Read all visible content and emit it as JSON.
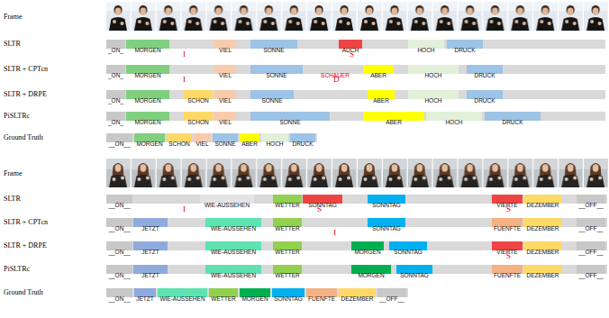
{
  "diagram": {
    "nodes": [
      {
        "text": [
          "SLTR"
        ]
      },
      {
        "text": [
          "_ON_"
        ],
        "in": 0
      },
      {
        "text": [
          "MORGEN"
        ],
        "in": 0
      },
      {
        "text": [
          "VIEL"
        ],
        "in": 0
      },
      {
        "text": [
          "SONNE"
        ],
        "in": 0
      },
      {
        "text": [
          "AUCH"
        ],
        "in": 0
      },
      {
        "text": [
          "HOCH"
        ],
        "in": 0
      },
      {
        "text": [
          "DRUCK"
        ],
        "in": 0
      },
      {
        "text": [
          "SLTR + CPTcn"
        ]
      },
      {
        "text": [
          "_ON_"
        ],
        "in": 8
      },
      {
        "text": [
          "MORGEN"
        ],
        "in": 8
      },
      {
        "text": [
          "VIEL"
        ],
        "in": 8
      },
      {
        "text": [
          "SONNE"
        ],
        "in": 8
      },
      {
        "text": [
          "SCHAUER"
        ],
        "in": 8
      },
      {
        "text": [
          "ABER"
        ],
        "in": 8
      },
      {
        "text": [
          "HOCH"
        ],
        "in": 8
      },
      {
        "text": [
          "DRUCK"
        ],
        "in": 8
      },
      {
        "text": [
          "SLTR + DRPE"
        ]
      },
      {
        "text": [
          "_ON_"
        ],
        "in": 17
      },
      {
        "text": [
          "MORGEN"
        ],
        "in": 17
      },
      {
        "text": [
          "SCHON"
        ],
        "in": 17
      },
      {
        "text": [
          "VIEL"
        ],
        "in": 17
      },
      {
        "text": [
          "SONNE"
        ],
        "in": 17
      },
      {
        "text": [
          "ABER"
        ],
        "in": 17
      },
      {
        "text": [
          "HOCH"
        ],
        "in": 17
      },
      {
        "text": [
          "DRUCK"
        ],
        "in": 17
      },
      {
        "text": [
          "PiSLTRc"
        ]
      },
      {
        "text": [
          "_ON_"
        ],
        "in": 26
      },
      {
        "text": [
          "MORGEN"
        ],
        "in": 26
      },
      {
        "text": [
          "SCHON"
        ],
        "in": 26
      },
      {
        "text": [
          "VIEL"
        ],
        "in": 26
      },
      {
        "text": [
          "SONNE"
        ],
        "in": 26
      },
      {
        "text": [
          "ABER"
        ],
        "in": 26
      },
      {
        "text": [
          "HOCH"
        ],
        "in": 26
      },
      {
        "text": [
          "DRUCK"
        ],
        "in": 26
      },
      {
        "text": [
          "Ground Truth"
        ]
      },
      {
        "text": [
          "__ON__"
        ],
        "in": 35
      },
      {
        "text": [
          "MORGEN"
        ],
        "in": 35
      },
      {
        "text": [
          "SCHON"
        ],
        "in": 35
      },
      {
        "text": [
          "VIEL"
        ],
        "in": 35
      },
      {
        "text": [
          "SONNE"
        ],
        "in": 35
      },
      {
        "text": [
          "ABER"
        ],
        "in": 35
      },
      {
        "text": [
          "HOCH"
        ],
        "in": 35
      },
      {
        "text": [
          "DRUCK"
        ],
        "in": 35
      },
      {
        "text": [
          "SLTR"
        ]
      },
      {
        "text": [
          "__ON__"
        ],
        "in": 44
      },
      {
        "text": [
          "WIE-AUSSEHEN"
        ],
        "in": 44
      },
      {
        "text": [
          "WETTER"
        ],
        "in": 44
      },
      {
        "text": [
          "SONNTAG"
        ],
        "in": 44
      },
      {
        "text": [
          "SONNTAG"
        ],
        "in": 44
      },
      {
        "text": [
          "VIERTE"
        ],
        "in": 44
      },
      {
        "text": [
          "DEZEMBER"
        ],
        "in": 44
      },
      {
        "text": [
          "__OFF__"
        ],
        "in": 44
      },
      {
        "text": [
          "SLTR + CPTcn"
        ]
      },
      {
        "text": [
          "__ON__"
        ],
        "in": 53
      },
      {
        "text": [
          "JETZT"
        ],
        "in": 53
      },
      {
        "text": [
          "WIE-AUSSEHEN"
        ],
        "in": 53
      },
      {
        "text": [
          "WETTER"
        ],
        "in": 53
      },
      {
        "text": [
          "SONNTAG"
        ],
        "in": 53
      },
      {
        "text": [
          "FUENFTE"
        ],
        "in": 53
      },
      {
        "text": [
          "DEZEMBER"
        ],
        "in": 53
      },
      {
        "text": [
          "__OFF__"
        ],
        "in": 53
      },
      {
        "text": [
          "SLTR + DRPE"
        ]
      },
      {
        "text": [
          "__ON__"
        ],
        "in": 62
      },
      {
        "text": [
          "JETZT"
        ],
        "in": 62
      },
      {
        "text": [
          "WIE-AUSSEHEN"
        ],
        "in": 62
      },
      {
        "text": [
          "WETTER"
        ],
        "in": 62
      },
      {
        "text": [
          "MORGEN"
        ],
        "in": 62
      },
      {
        "text": [
          "SONNTAG"
        ],
        "in": 62
      },
      {
        "text": [
          "VIERTE"
        ],
        "in": 62
      },
      {
        "text": [
          "DEZEMBER"
        ],
        "in": 62
      },
      {
        "text": [
          "__OFF__"
        ],
        "in": 62
      },
      {
        "text": [
          "PiSLTRc"
        ]
      },
      {
        "text": [
          "__ON__"
        ],
        "in": 72
      },
      {
        "text": [
          "JETZT"
        ],
        "in": 72
      },
      {
        "text": [
          "WIE-AUSSEHEN"
        ],
        "in": 72
      },
      {
        "text": [
          "WETTER"
        ],
        "in": 72
      },
      {
        "text": [
          "MORGEN"
        ],
        "in": 72
      },
      {
        "text": [
          "SONNTAG"
        ],
        "in": 72
      },
      {
        "text": [
          "FUENFTE"
        ],
        "in": 72
      },
      {
        "text": [
          "DEZEMBER"
        ],
        "in": 72
      },
      {
        "text": [
          "__OFF__"
        ],
        "in": 72
      },
      {
        "text": [
          "Ground Truth"
        ]
      },
      {
        "text": [
          "__ON__"
        ],
        "in": 82
      },
      {
        "text": [
          "JETZT"
        ],
        "in": 82
      },
      {
        "text": [
          "WIE-AUSSEHEN"
        ],
        "in": 82
      },
      {
        "text": [
          "WETTER"
        ],
        "in": 82
      },
      {
        "text": [
          "MORGEN"
        ],
        "in": 82
      },
      {
        "text": [
          "SONNTAG"
        ],
        "in": 82
      },
      {
        "text": [
          "FUENFTE"
        ],
        "in": 82
      },
      {
        "text": [
          "DEZEMBER"
        ],
        "in": 82
      },
      {
        "text": [
          "__OFF__"
        ],
        "in": 82
      }
    ],
    "labels": [
      "Frame",
      "I",
      "S",
      "I",
      "D",
      "Frame",
      "I",
      "S",
      "S",
      "I",
      "S"
    ]
  }
}
